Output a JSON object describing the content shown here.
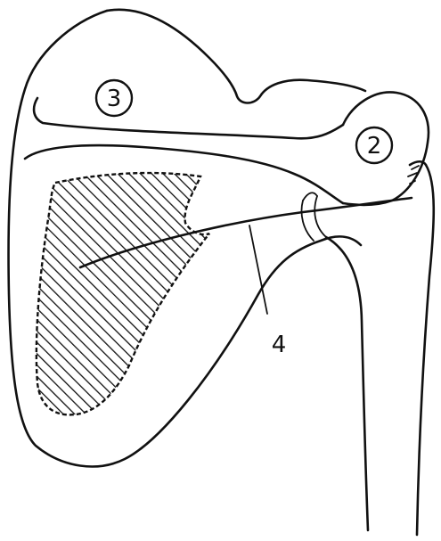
{
  "labels": {
    "label_2": "2",
    "label_3": "3",
    "label_4": "4"
  },
  "colors": {
    "ink": "#111111",
    "paper": "#ffffff"
  }
}
